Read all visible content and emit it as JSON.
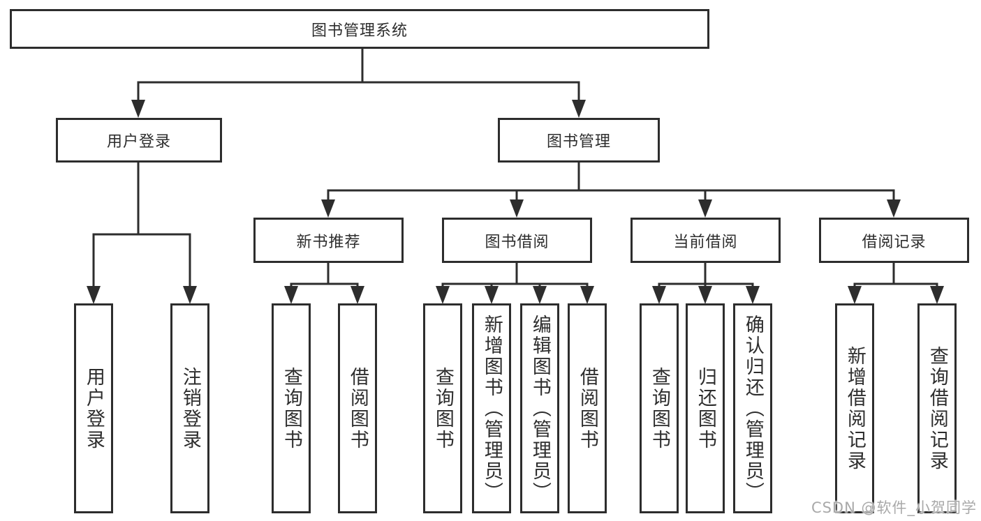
{
  "diagram": {
    "root": {
      "label": "图书管理系统"
    },
    "branches": [
      {
        "label": "用户登录",
        "children": [
          {
            "label": "用户登录"
          },
          {
            "label": "注销登录"
          }
        ]
      },
      {
        "label": "图书管理",
        "children": [
          {
            "label": "新书推荐",
            "children": [
              {
                "label": "查询图书"
              },
              {
                "label": "借阅图书"
              }
            ]
          },
          {
            "label": "图书借阅",
            "children": [
              {
                "label": "查询图书"
              },
              {
                "label": "新增图书（管理员）"
              },
              {
                "label": "编辑图书（管理员）"
              },
              {
                "label": "借阅图书"
              }
            ]
          },
          {
            "label": "当前借阅",
            "children": [
              {
                "label": "查询图书"
              },
              {
                "label": "归还图书"
              },
              {
                "label": "确认归还（管理员）"
              }
            ]
          },
          {
            "label": "借阅记录",
            "children": [
              {
                "label": "新增借阅记录"
              },
              {
                "label": "查询借阅记录"
              }
            ]
          }
        ]
      }
    ]
  },
  "watermark": {
    "text": "CSDN @软件_小贺同学"
  },
  "colors": {
    "line": "#2d2d2d",
    "box_border": "#2d2d2d",
    "box_background": "#ffffff",
    "text": "#2d2d2d",
    "watermark": "#a9a9a9",
    "page_background": "#ffffff"
  }
}
